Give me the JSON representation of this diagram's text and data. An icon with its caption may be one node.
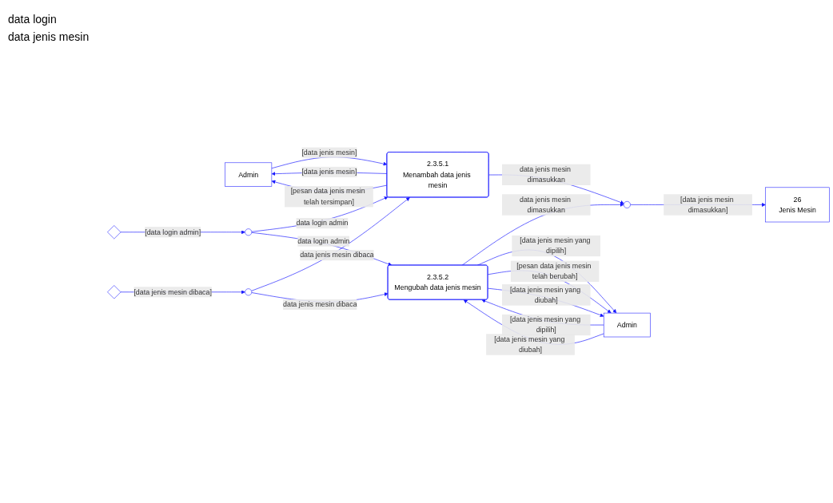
{
  "diagram": {
    "nodes": [
      {
        "text": [
          "Admin"
        ]
      },
      {
        "text": [
          "2.3.5.1",
          "Menambah data jenis mesin"
        ]
      },
      {
        "text": [],
        "shape": "diamond"
      },
      {
        "text": [],
        "shape": "circle"
      },
      {
        "text": [
          "26",
          "Jenis Mesin"
        ]
      },
      {
        "text": [],
        "shape": "diamond"
      },
      {
        "text": [],
        "shape": "circle"
      },
      {
        "text": [],
        "shape": "circle"
      },
      {
        "text": [
          "2.3.5.2",
          "Mengubah data jenis mesin"
        ]
      },
      {
        "text": [
          "Admin"
        ]
      }
    ],
    "edges": [
      {
        "from": 0,
        "to": 1,
        "arrow": "to",
        "label": "[data jenis mesin]"
      },
      {
        "from": 1,
        "to": 0,
        "arrow": "to",
        "label": "[data jenis mesin]"
      },
      {
        "from": 1,
        "to": 0,
        "arrow": "to",
        "label": "[pesan data jenis mesin telah tersimpan]"
      },
      {
        "from": 2,
        "to": 3,
        "arrow": "to",
        "label": "[data login admin]"
      },
      {
        "from": 3,
        "to": 1,
        "arrow": "to",
        "label": "data login admin"
      },
      {
        "from": 5,
        "to": 6,
        "arrow": "to",
        "label": "[data jenis mesin dibaca]"
      },
      {
        "from": 6,
        "to": 1,
        "arrow": "to",
        "label": "data jenis mesin dibaca"
      },
      {
        "from": 1,
        "to": 7,
        "arrow": "to",
        "label": "data jenis mesin dimasukkan"
      },
      {
        "from": 7,
        "to": 4,
        "arrow": "to",
        "label": "[data jenis mesin dimasukkan]"
      },
      {
        "from": 8,
        "to": 7,
        "arrow": "to",
        "label": "data jenis mesin dimasukkan"
      },
      {
        "from": 6,
        "to": 8,
        "arrow": "to",
        "label": "data jenis mesin dibaca"
      },
      {
        "from": 3,
        "to": 8,
        "arrow": "to",
        "label": "data login admin"
      },
      {
        "from": 9,
        "to": 8,
        "arrow": "to",
        "label": "[data jenis mesin yang dipilih]"
      },
      {
        "from": 9,
        "to": 8,
        "arrow": "to",
        "label": "[data jenis mesin yang diubah]"
      },
      {
        "from": 8,
        "to": 9,
        "arrow": "to",
        "label": "[data jenis mesin yang dipilih]"
      },
      {
        "from": 8,
        "to": 9,
        "arrow": "to",
        "label": "[pesan data jenis mesin telah berubah]"
      },
      {
        "from": 8,
        "to": 9,
        "arrow": "to",
        "label": "[data jenis mesin yang diubah]"
      }
    ],
    "labels": [
      "data login",
      "data jenis mesin"
    ]
  }
}
